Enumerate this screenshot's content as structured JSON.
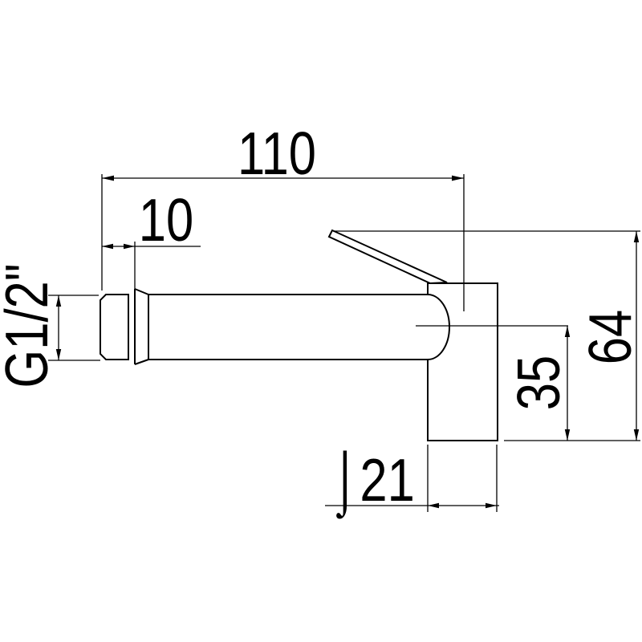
{
  "drawing": {
    "kind": "technical-dimension-drawing",
    "colors": {
      "line": "#000000",
      "background": "#ffffff"
    },
    "dimensions": {
      "overall_length": {
        "label": "110"
      },
      "thread_length": {
        "label": "10"
      },
      "thread_size": {
        "label": "G1/2\""
      },
      "overall_height": {
        "label": "64"
      },
      "spout_axis_height": {
        "label": "35"
      },
      "body_diameter": {
        "label": "⌡21"
      }
    }
  }
}
